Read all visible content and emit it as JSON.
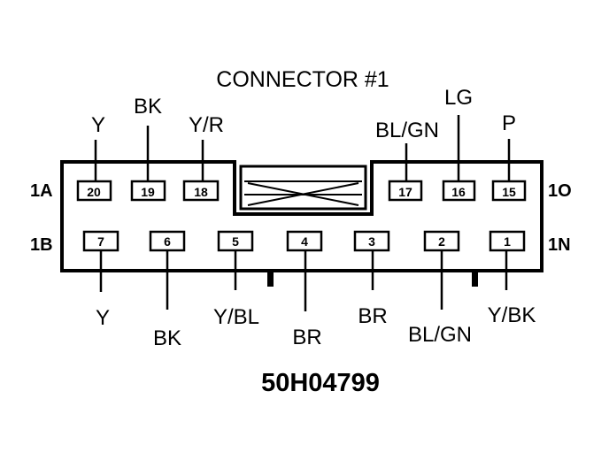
{
  "connector_title": "CONNECTOR #1",
  "figure_code": "50H04799",
  "row_labels": {
    "top_left": "1A",
    "bottom_left": "1B",
    "top_right": "1O",
    "bottom_right": "1N"
  },
  "top_pins": [
    {
      "number": "20",
      "wire": "Y"
    },
    {
      "number": "19",
      "wire": "BK"
    },
    {
      "number": "18",
      "wire": "Y/R"
    },
    {
      "number": "17",
      "wire": "BL/GN"
    },
    {
      "number": "16",
      "wire": "LG"
    },
    {
      "number": "15",
      "wire": "P"
    }
  ],
  "bottom_pins": [
    {
      "number": "7",
      "wire": "Y"
    },
    {
      "number": "6",
      "wire": "BK"
    },
    {
      "number": "5",
      "wire": "Y/BL"
    },
    {
      "number": "4",
      "wire": "BR"
    },
    {
      "number": "3",
      "wire": "BR"
    },
    {
      "number": "2",
      "wire": "BL/GN"
    },
    {
      "number": "1",
      "wire": "Y/BK"
    }
  ]
}
